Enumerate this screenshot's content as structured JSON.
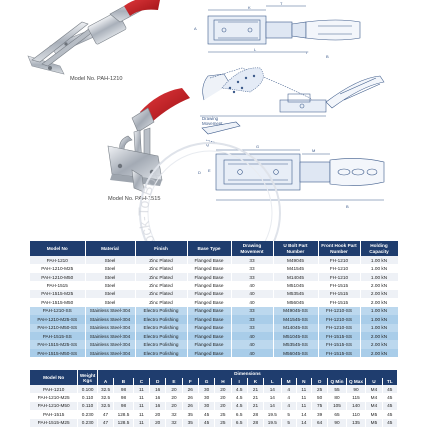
{
  "products": [
    {
      "model_caption": "Model No. PAH-1210"
    },
    {
      "model_caption": "Model No. PAH-1515"
    }
  ],
  "drawing_labels": {
    "drawing_movement": "Drawing\nMovement"
  },
  "watermark": {
    "text": "Lock-To-Box"
  },
  "spec_table": {
    "headers": [
      "Model No",
      "Material",
      "Finish",
      "Base Type",
      "Drawing Movement",
      "U Bolt Part Number",
      "Front Hook Part Number",
      "Holding Capacity"
    ],
    "rows": [
      [
        "PAH-1210",
        "Steel",
        "Zinc Plated",
        "Flanged Base",
        "33",
        "M49045",
        "FH-1210",
        "1.00 kN"
      ],
      [
        "PAH-1210-M25",
        "Steel",
        "Zinc Plated",
        "Flanged Base",
        "33",
        "M41545",
        "FH-1210",
        "1.00 kN"
      ],
      [
        "PAH-1210-M50",
        "Steel",
        "Zinc Plated",
        "Flanged Base",
        "33",
        "M14045",
        "FH-1210",
        "1.00 kN"
      ],
      [
        "PAH-1515",
        "Steel",
        "Zinc Plated",
        "Flanged Base",
        "40",
        "M51045",
        "FH-1515",
        "2.00 kN"
      ],
      [
        "PAH-1515-M25",
        "Steel",
        "Zinc Plated",
        "Flanged Base",
        "40",
        "M53545",
        "FH-1515",
        "2.00 kN"
      ],
      [
        "PAH-1515-M50",
        "Steel",
        "Zinc Plated",
        "Flanged Base",
        "40",
        "M56045",
        "FH-1515",
        "2.00 kN"
      ],
      [
        "PAH-1210-SS",
        "Stainless Steel-304",
        "Electro Polishing",
        "Flanged Base",
        "33",
        "M49045-SS",
        "FH-1210-SS",
        "1.00 kN"
      ],
      [
        "PAH-1210-M25-SS",
        "Stainless Steel-304",
        "Electro Polishing",
        "Flanged Base",
        "33",
        "M41545-SS",
        "FH-1210-SS",
        "1.00 kN"
      ],
      [
        "PAH-1210-M50-SS",
        "Stainless Steel-304",
        "Electro Polishing",
        "Flanged Base",
        "33",
        "M14045-SS",
        "FH-1210-SS",
        "1.00 kN"
      ],
      [
        "PAH-1515-SS",
        "Stainless Steel-304",
        "Electro Polishing",
        "Flanged Base",
        "40",
        "M51045-SS",
        "FH-1515-SS",
        "2.00 kN"
      ],
      [
        "PAH-1515-M25-SS",
        "Stainless Steel-304",
        "Electro Polishing",
        "Flanged Base",
        "40",
        "M53545-SS",
        "FH-1515-SS",
        "2.00 kN"
      ],
      [
        "PAH-1515-M50-SS",
        "Stainless Steel-304",
        "Electro Polishing",
        "Flanged Base",
        "40",
        "M56045-SS",
        "FH-1515-SS",
        "2.00 kN"
      ]
    ]
  },
  "dim_table": {
    "group_header": "Dimensions",
    "headers": [
      "Model No",
      "Weight Kgs",
      "A",
      "B",
      "C",
      "D",
      "E",
      "F",
      "G",
      "H",
      "I",
      "K",
      "L",
      "M",
      "N",
      "O",
      "Q Min",
      "Q Max",
      "U",
      "TL"
    ],
    "rows": [
      [
        "PAH-1210",
        "0.100",
        "32.5",
        "98",
        "11",
        "16",
        "20",
        "26",
        "30",
        "20",
        "4.5",
        "21",
        "14",
        "4",
        "11",
        "25",
        "55",
        "90",
        "M4",
        "45"
      ],
      [
        "PAH-1210-M25",
        "0.110",
        "32.5",
        "98",
        "11",
        "16",
        "20",
        "26",
        "30",
        "20",
        "4.5",
        "21",
        "14",
        "4",
        "11",
        "50",
        "80",
        "115",
        "M4",
        "45"
      ],
      [
        "PAH-1210-M50",
        "0.110",
        "32.5",
        "98",
        "11",
        "16",
        "20",
        "26",
        "30",
        "20",
        "4.5",
        "21",
        "14",
        "4",
        "11",
        "75",
        "105",
        "140",
        "M4",
        "45"
      ],
      [
        "PAH-1515",
        "0.230",
        "47",
        "128.5",
        "11",
        "20",
        "32",
        "35",
        "45",
        "25",
        "6.5",
        "28",
        "19.5",
        "5",
        "14",
        "39",
        "65",
        "110",
        "M5",
        "45"
      ],
      [
        "PAH-1515-M25",
        "0.230",
        "47",
        "128.5",
        "11",
        "20",
        "32",
        "35",
        "45",
        "25",
        "6.5",
        "28",
        "19.5",
        "5",
        "14",
        "64",
        "90",
        "135",
        "M5",
        "45"
      ]
    ]
  },
  "colors": {
    "header": "#1f3d6e",
    "ss_row": "#bcd8ee",
    "grip": "#c4161c",
    "steel": "#c9ced6"
  }
}
